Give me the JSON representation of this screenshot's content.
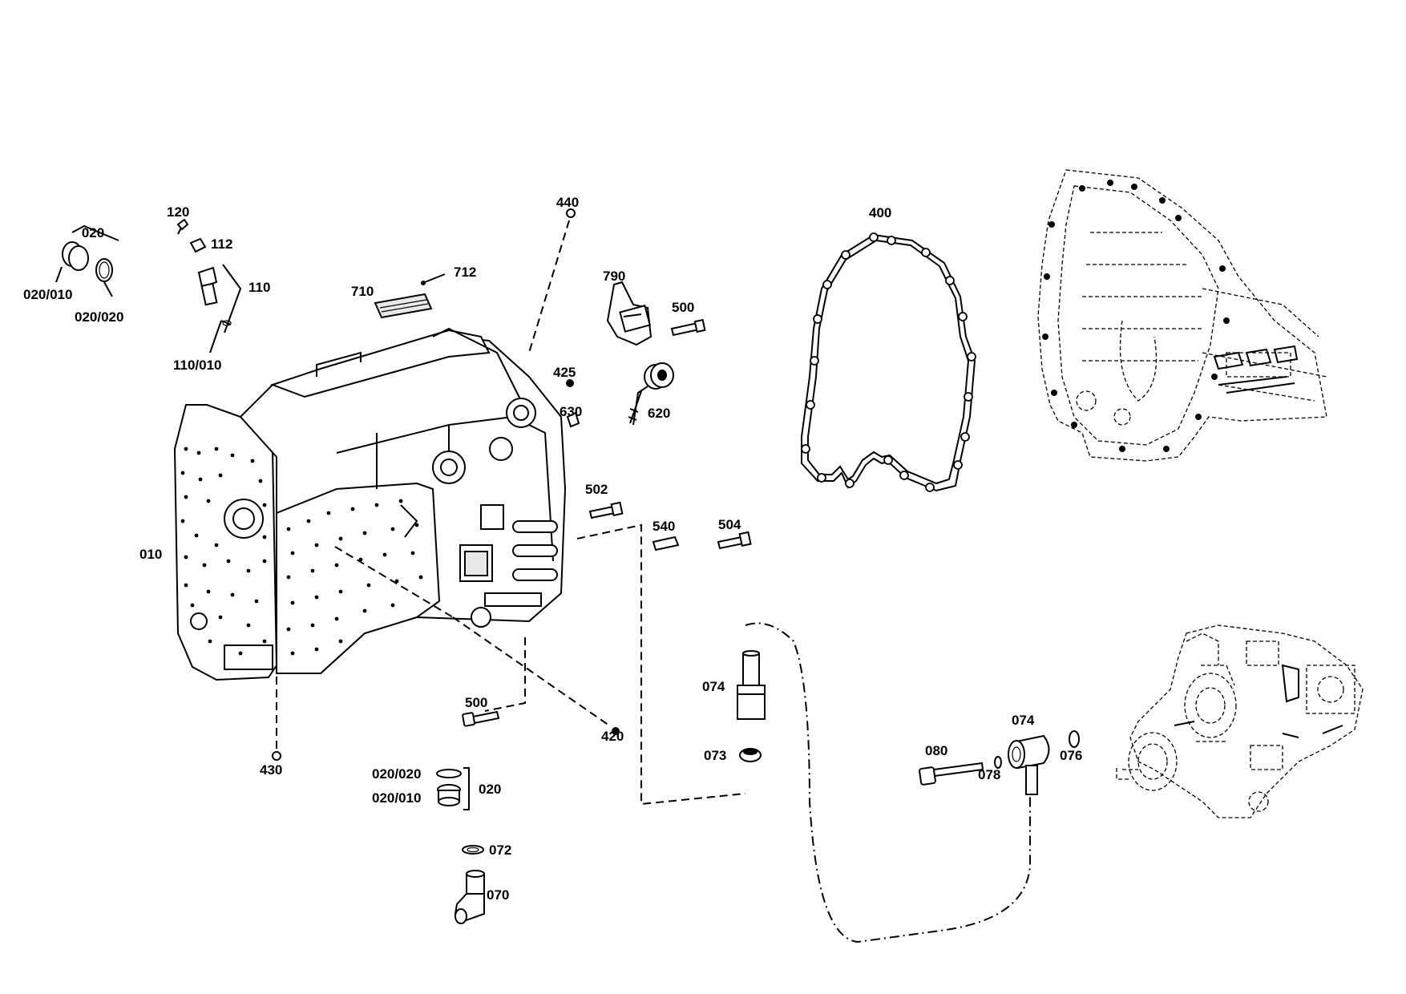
{
  "diagram": {
    "labels": {
      "l020_top": "020",
      "l020_010_top": "020/010",
      "l020_020_top": "020/020",
      "l120": "120",
      "l112": "112",
      "l110": "110",
      "l110_010": "110/010",
      "l710": "710",
      "l712": "712",
      "l440": "440",
      "l790": "790",
      "l500_top": "500",
      "l425": "425",
      "l630": "630",
      "l620": "620",
      "l400": "400",
      "l010": "010",
      "l502": "502",
      "l540": "540",
      "l504": "504",
      "l074_left": "074",
      "l073": "073",
      "l500_bottom": "500",
      "l420": "420",
      "l430": "430",
      "l020_020_bottom": "020/020",
      "l020_010_bottom": "020/010",
      "l020_bottom": "020",
      "l072": "072",
      "l070": "070",
      "l080": "080",
      "l078": "078",
      "l074_right": "074",
      "l076": "076"
    }
  }
}
